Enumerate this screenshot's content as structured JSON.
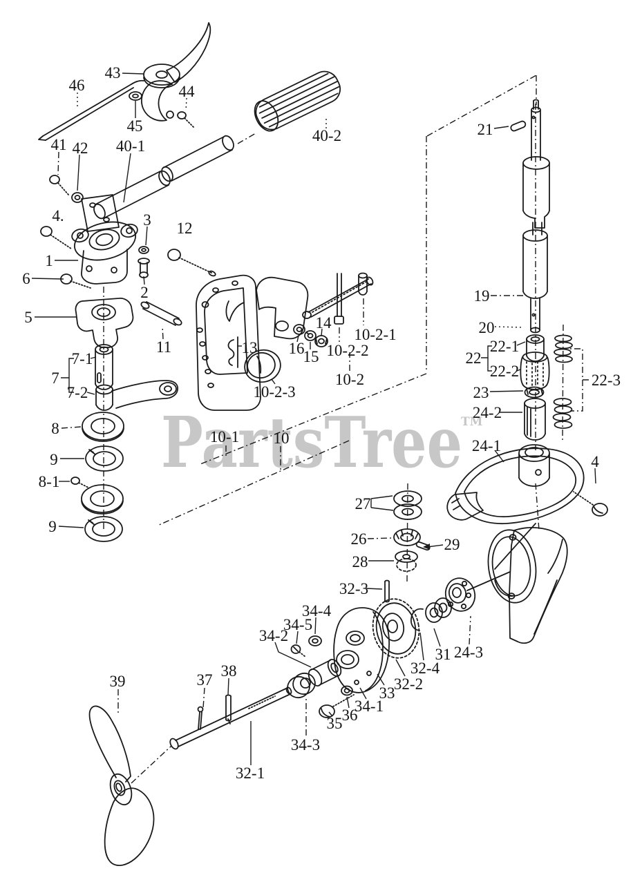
{
  "watermark": {
    "text": "PartsTree",
    "tm": "TM"
  },
  "callouts": [
    {
      "label": "43"
    },
    {
      "label": "46"
    },
    {
      "label": "44"
    },
    {
      "label": "45"
    },
    {
      "label": "41"
    },
    {
      "label": "42"
    },
    {
      "label": "40-1"
    },
    {
      "label": "40-2"
    },
    {
      "label": "4."
    },
    {
      "label": "3"
    },
    {
      "label": "12"
    },
    {
      "label": "1"
    },
    {
      "label": "6"
    },
    {
      "label": "2"
    },
    {
      "label": "5"
    },
    {
      "label": "11"
    },
    {
      "label": "7-1"
    },
    {
      "label": "7"
    },
    {
      "label": "7-2"
    },
    {
      "label": "8"
    },
    {
      "label": "9"
    },
    {
      "label": "8-1"
    },
    {
      "label": "9"
    },
    {
      "label": "10-1"
    },
    {
      "label": "10"
    },
    {
      "label": "13"
    },
    {
      "label": "16"
    },
    {
      "label": "15"
    },
    {
      "label": "14"
    },
    {
      "label": "10-2-1"
    },
    {
      "label": "10-2-2"
    },
    {
      "label": "10-2"
    },
    {
      "label": "10-2-3"
    },
    {
      "label": "21"
    },
    {
      "label": "19"
    },
    {
      "label": "20"
    },
    {
      "label": "22-1"
    },
    {
      "label": "22"
    },
    {
      "label": "22-2"
    },
    {
      "label": "22-3"
    },
    {
      "label": "23"
    },
    {
      "label": "24-2"
    },
    {
      "label": "24-1"
    },
    {
      "label": "4"
    },
    {
      "label": "27"
    },
    {
      "label": "26"
    },
    {
      "label": "29"
    },
    {
      "label": "28"
    },
    {
      "label": "32-3"
    },
    {
      "label": "34-4"
    },
    {
      "label": "34-5"
    },
    {
      "label": "34-2"
    },
    {
      "label": "31"
    },
    {
      "label": "24-3"
    },
    {
      "label": "32-4"
    },
    {
      "label": "32-2"
    },
    {
      "label": "33"
    },
    {
      "label": "34-1"
    },
    {
      "label": "36"
    },
    {
      "label": "35"
    },
    {
      "label": "34-3"
    },
    {
      "label": "39"
    },
    {
      "label": "37"
    },
    {
      "label": "38"
    },
    {
      "label": "32-1"
    }
  ]
}
